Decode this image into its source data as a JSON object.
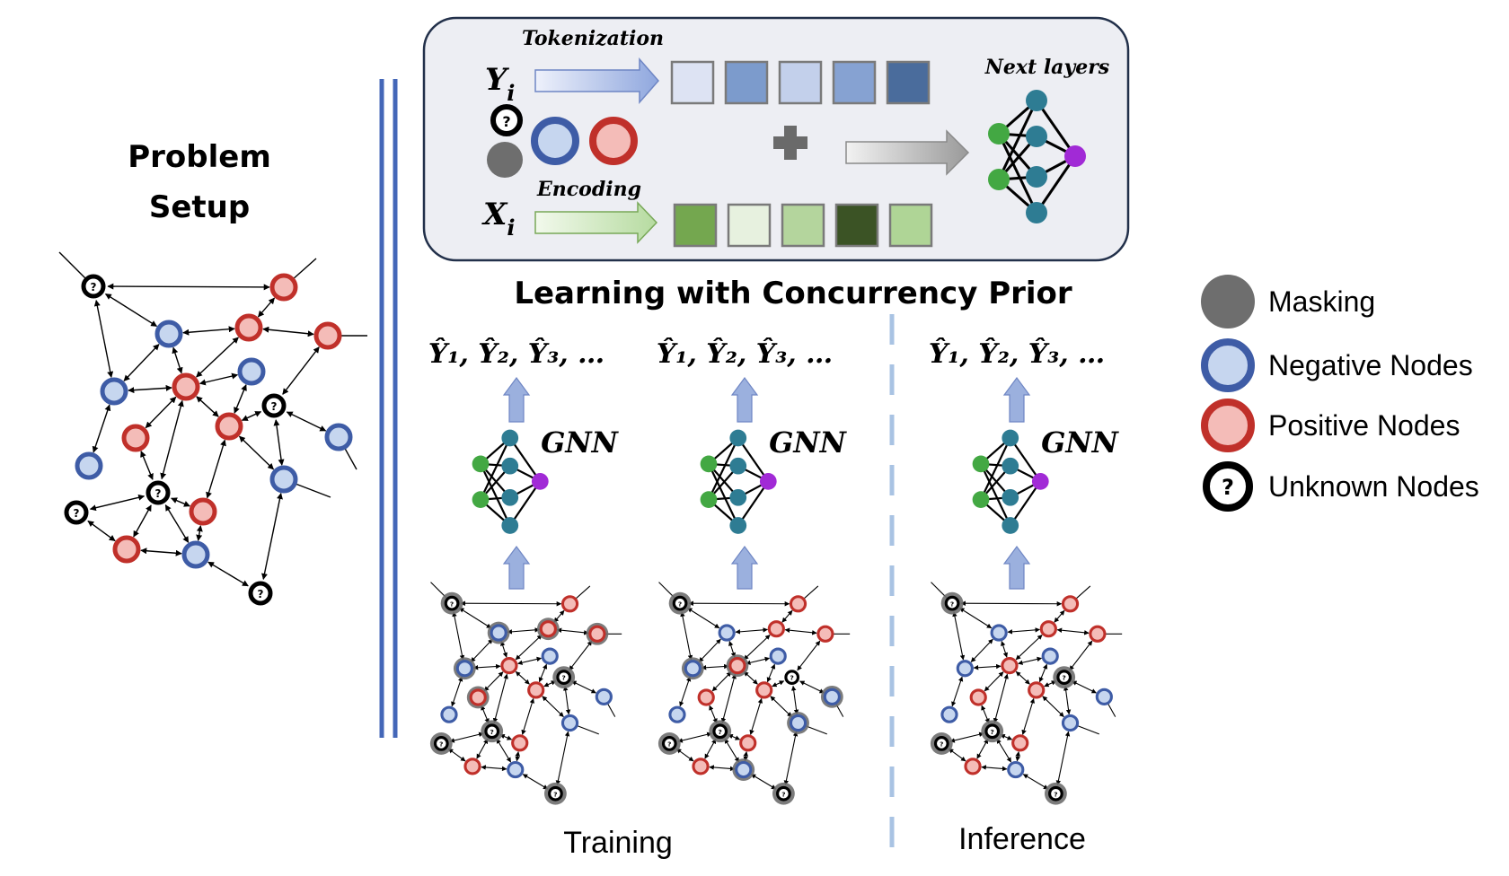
{
  "problem_setup": {
    "line1": "Problem",
    "line2": "Setup"
  },
  "feature_box": {
    "tokenization_label": "Tokenization",
    "encoding_label": "Encoding",
    "next_layers_label": "Next layers",
    "y_symbol": "Y",
    "x_symbol": "X",
    "subscript": "i",
    "unknown_mark": "?",
    "plus": "+",
    "label_token_colors": [
      "#dde3f3",
      "#7c9bcc",
      "#c3d0eb",
      "#86a2d2",
      "#4a6c9c"
    ],
    "feature_token_colors": [
      "#74a74f",
      "#e7f1df",
      "#b4d59d",
      "#3b5325",
      "#afd596"
    ]
  },
  "main_title": "Learning with Concurrency Prior",
  "panels": [
    {
      "output": "Ŷ₁, Ŷ₂, Ŷ₃, …",
      "model": "GNN"
    },
    {
      "output": "Ŷ₁, Ŷ₂, Ŷ₃, …",
      "model": "GNN"
    },
    {
      "output": "Ŷ₁, Ŷ₂, Ŷ₃, …",
      "model": "GNN"
    }
  ],
  "phase_labels": {
    "training": "Training",
    "inference": "Inference"
  },
  "legend": [
    {
      "label": "Masking",
      "icon": "masking-node-icon"
    },
    {
      "label": "Negative Nodes",
      "icon": "negative-node-icon"
    },
    {
      "label": "Positive Nodes",
      "icon": "positive-node-icon"
    },
    {
      "label": "Unknown Nodes",
      "icon": "unknown-node-icon",
      "mark": "?"
    }
  ],
  "colors": {
    "negative_fill": "#c6d6ef",
    "negative_stroke": "#3e5ca6",
    "positive_fill": "#f4bcb8",
    "positive_stroke": "#c0302a",
    "unknown_stroke": "#000000",
    "mask_fill": "#6e6e6e",
    "gnn_input": "#43a843",
    "gnn_hidden": "#2e7c93",
    "gnn_output": "#a12ad6",
    "separator": "#4467b8",
    "dashed_separator": "#a9c3e3",
    "arrow_fill": "#9bb0de"
  }
}
